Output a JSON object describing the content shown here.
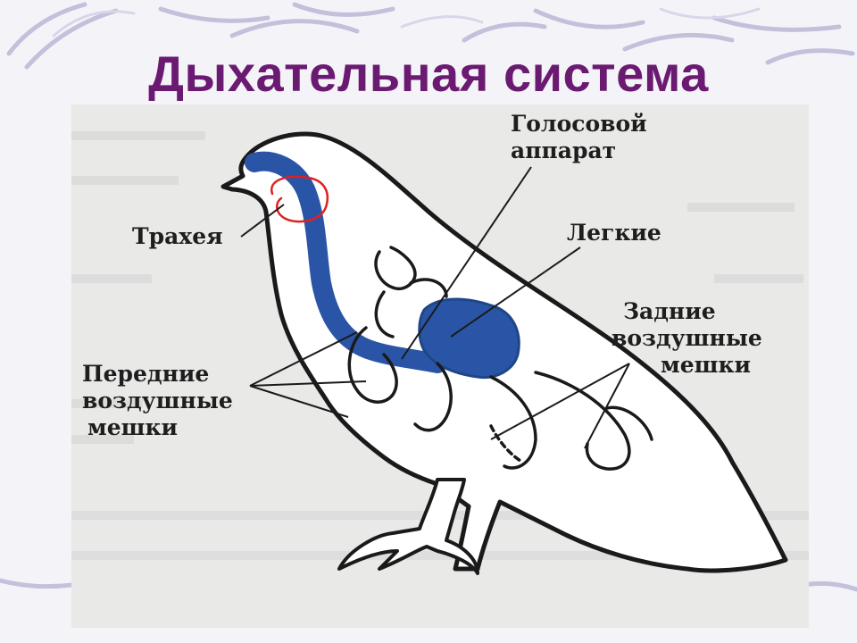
{
  "slide": {
    "title": "Дыхательная система"
  },
  "diagram": {
    "labels": {
      "vocal_apparatus": [
        "Голосовой",
        "аппарат"
      ],
      "trachea": "Трахея",
      "lungs": "Легкие",
      "posterior_air_sacs": [
        "Задние",
        "воздушные",
        "мешки"
      ],
      "anterior_air_sacs": [
        "Передние",
        "воздушные",
        "мешки"
      ]
    },
    "colors": {
      "title": "#6b1a72",
      "respiratory_organs": "#2a55a6",
      "highlight_circle": "#e02020",
      "outline": "#1a1a1a"
    }
  }
}
